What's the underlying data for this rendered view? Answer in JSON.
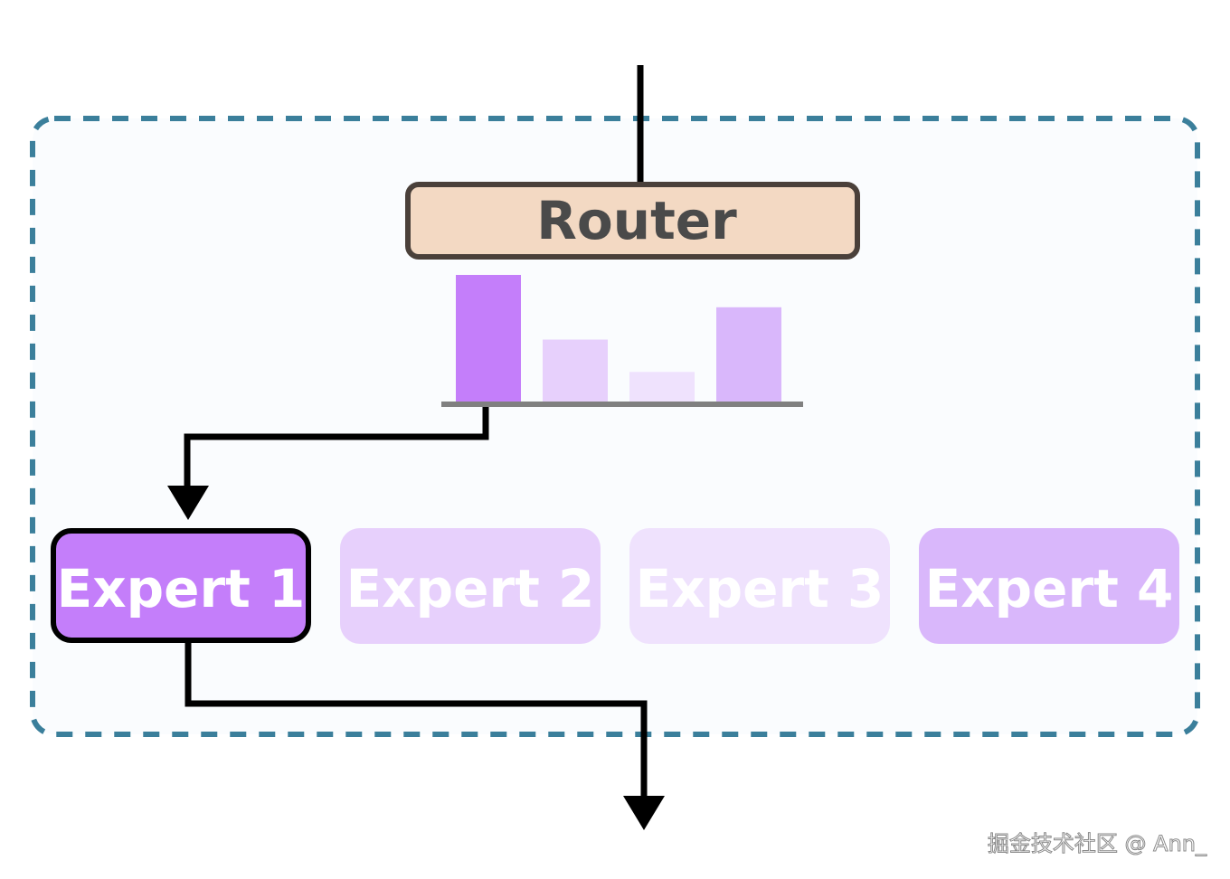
{
  "router": {
    "label": "Router"
  },
  "gate_distribution": {
    "type": "bar",
    "values": [
      1.0,
      0.5,
      0.25,
      0.75
    ],
    "colors": [
      "#c47efa",
      "#e7d0fc",
      "#efe2fd",
      "#d9b7fb"
    ],
    "selected_index": 0
  },
  "experts": [
    {
      "label": "Expert 1",
      "color": "#c47efa",
      "selected": true
    },
    {
      "label": "Expert 2",
      "color": "#e7d0fc",
      "selected": false
    },
    {
      "label": "Expert 3",
      "color": "#efe2fd",
      "selected": false
    },
    {
      "label": "Expert 4",
      "color": "#d9b7fb",
      "selected": false
    }
  ],
  "colors": {
    "container_border": "#3b7f9b",
    "container_fill": "#fafcfe",
    "router_fill": "#f3d9c3",
    "router_border": "#4a403a",
    "arrow": "#000000",
    "axis": "#808080"
  },
  "watermark": "掘金技术社区 @ Ann_"
}
